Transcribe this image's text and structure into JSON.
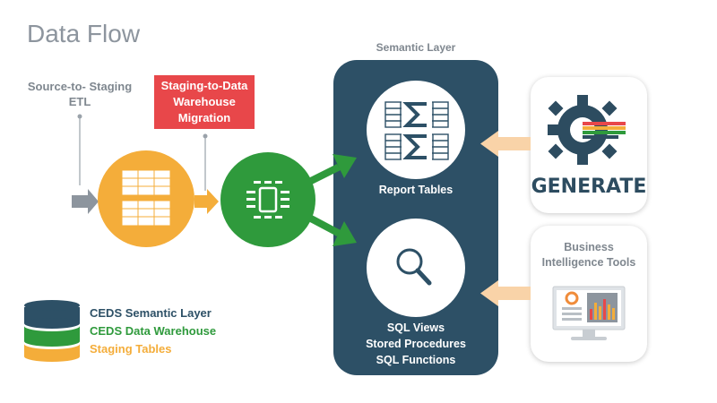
{
  "title": "Data Flow",
  "labels": {
    "source_etl": "Source-to- Staging\nETL",
    "staging_migration": [
      "Staging-to-Data",
      "Warehouse",
      "Migration"
    ],
    "semantic_layer": "Semantic Layer",
    "report_tables": "Report Tables",
    "sql_items": [
      "SQL Views",
      "Stored Procedures",
      "SQL Functions"
    ],
    "generate": "GENERATE",
    "bi_tools": [
      "Business",
      "Intelligence Tools"
    ]
  },
  "legend": [
    {
      "label": "CEDS Semantic Layer",
      "color": "#2d5066"
    },
    {
      "label": "CEDS Data Warehouse",
      "color": "#2f9a3c"
    },
    {
      "label": "Staging Tables",
      "color": "#f4ad3a"
    }
  ],
  "colors": {
    "panel": "#2d5066",
    "staging": "#f4ad3a",
    "warehouse": "#2f9a3c",
    "migration": "#e8474a",
    "arrow_in": "#f9d3a8",
    "gray": "#8d959e"
  },
  "icons": [
    "table-icon",
    "warehouse-icon",
    "sigma-table-icon",
    "search-icon",
    "gear-icon",
    "dashboard-monitor-icon",
    "database-stack-icon"
  ]
}
